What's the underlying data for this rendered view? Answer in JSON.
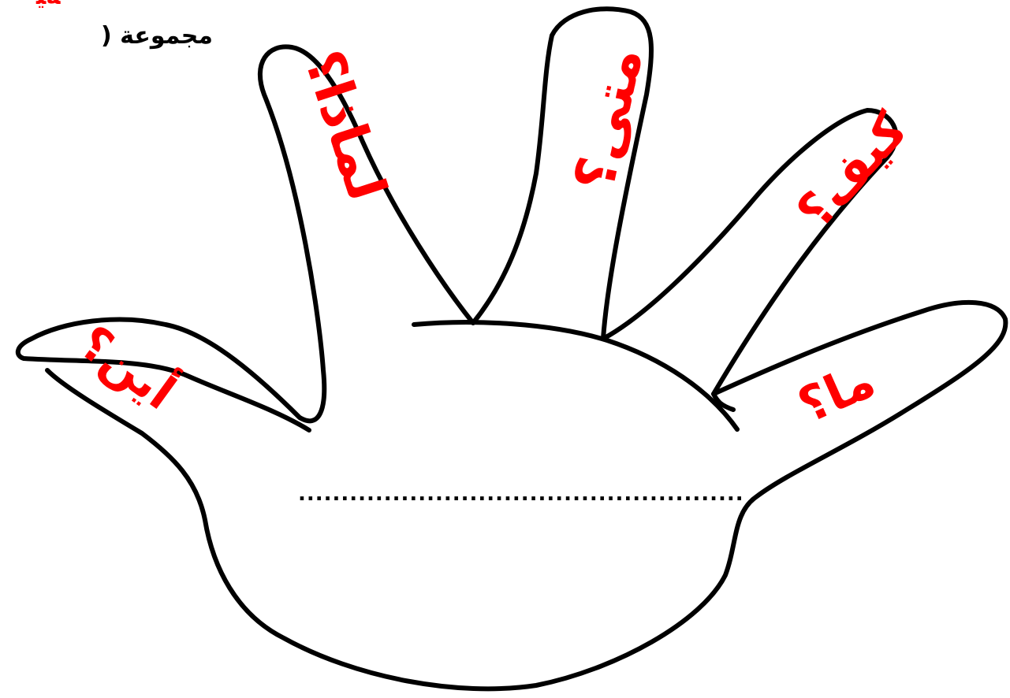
{
  "header": {
    "top_cut_text": "ﺔﻴ",
    "group_label": "مجموعة ("
  },
  "questions": {
    "where": "أين؟",
    "why": "لماذا؟",
    "when": "متى؟",
    "how": "كيف؟",
    "what": "ما؟"
  },
  "answer_placeholder": "....................................................",
  "colors": {
    "question_text": "#ff0000",
    "outline": "#000000",
    "background": "#ffffff"
  },
  "icons": {
    "hand": "open-hand-outline-icon"
  }
}
